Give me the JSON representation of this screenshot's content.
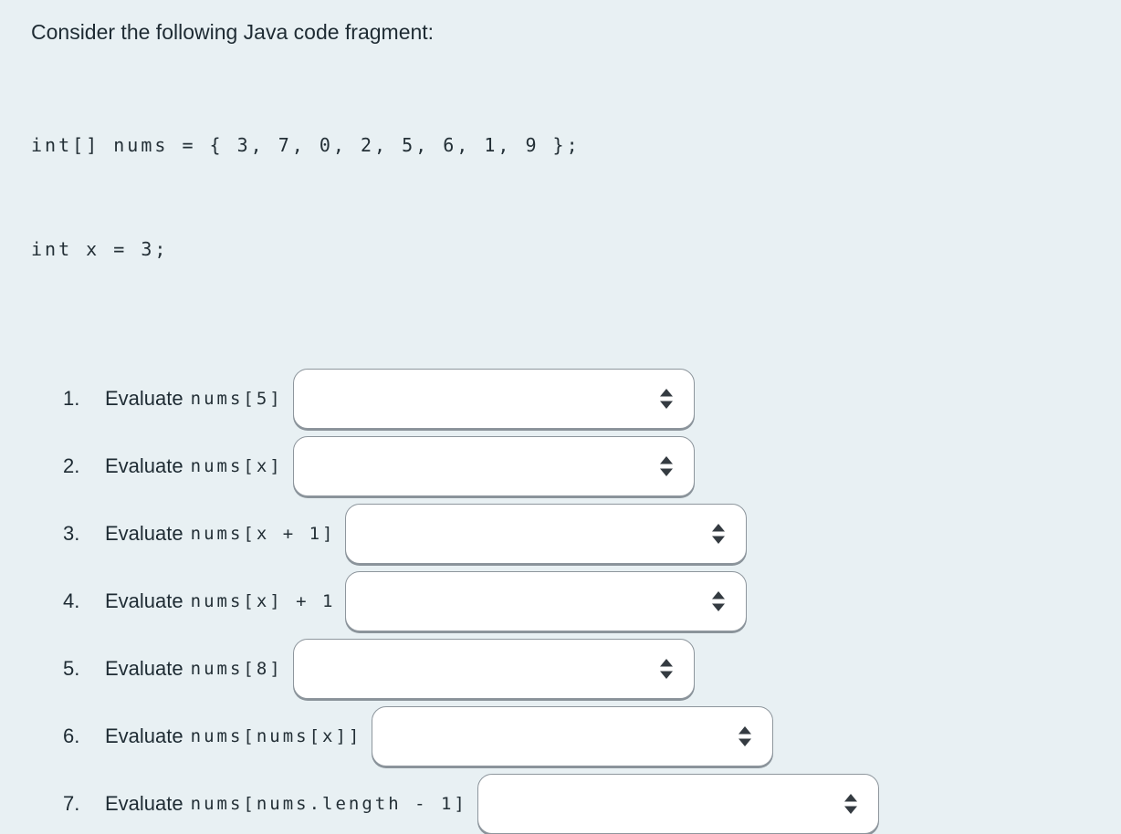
{
  "page": {
    "title": "Consider the following Java code fragment:",
    "code": {
      "line1": "int[] nums = { 3, 7, 0, 2, 5, 6, 1, 9 };",
      "line2": "int x = 3;"
    },
    "questions": [
      {
        "number": "1.",
        "label": "Evaluate",
        "expression": "nums[5]",
        "selected_value": ""
      },
      {
        "number": "2.",
        "label": "Evaluate",
        "expression": "nums[x]",
        "selected_value": ""
      },
      {
        "number": "3.",
        "label": "Evaluate",
        "expression": "nums[x + 1]",
        "selected_value": ""
      },
      {
        "number": "4.",
        "label": "Evaluate",
        "expression": "nums[x] + 1",
        "selected_value": ""
      },
      {
        "number": "5.",
        "label": "Evaluate",
        "expression": "nums[8]",
        "selected_value": ""
      },
      {
        "number": "6.",
        "label": "Evaluate",
        "expression": "nums[nums[x]]",
        "selected_value": ""
      },
      {
        "number": "7.",
        "label": "Evaluate",
        "expression": "nums[nums.length - 1]",
        "selected_value": ""
      }
    ],
    "colors": {
      "background": "#e8f0f3",
      "text": "#1e2b33",
      "select_border": "#8e969d",
      "select_background": "#ffffff",
      "spinner_arrow": "#343b41"
    }
  }
}
